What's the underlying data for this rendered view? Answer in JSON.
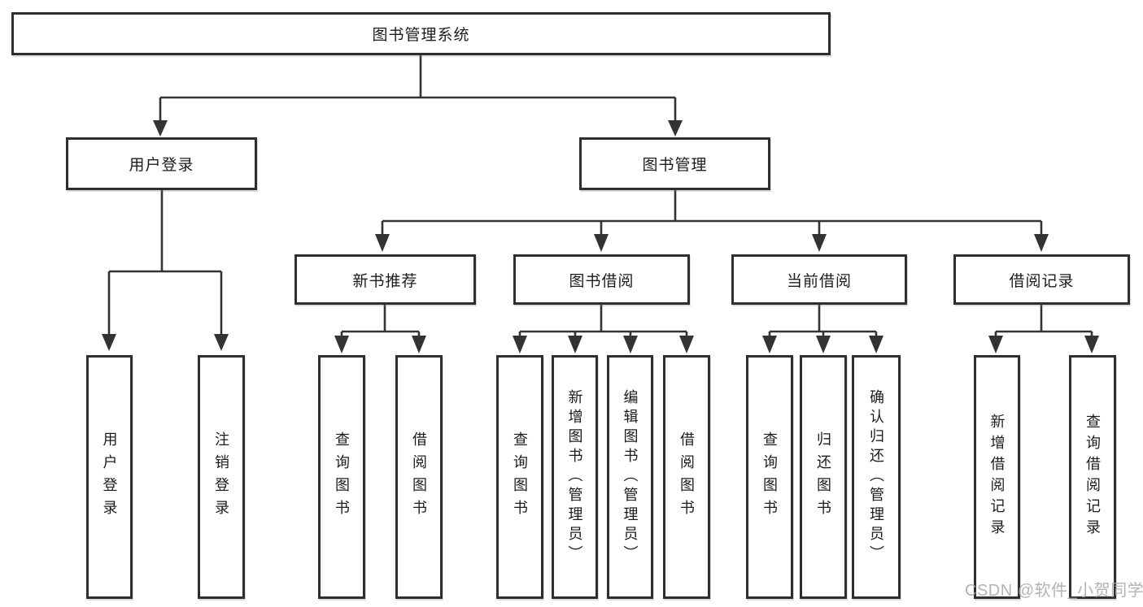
{
  "nodes": {
    "root": "图书管理系统",
    "user_login": "用户登录",
    "book_management": "图书管理",
    "new_book_recommend": "新书推荐",
    "book_borrow": "图书借阅",
    "current_borrow": "当前借阅",
    "borrow_records": "借阅记录"
  },
  "leaves": {
    "user_login": "用户登录",
    "logout": "注销登录",
    "nbr_query_book": "查询图书",
    "nbr_borrow_book": "借阅图书",
    "bb_query_book": "查询图书",
    "bb_add_book_admin": "新增图书（管理员）",
    "bb_edit_book_admin": "编辑图书（管理员）",
    "bb_borrow_book": "借阅图书",
    "cb_query_book": "查询图书",
    "cb_return_book": "归还图书",
    "cb_confirm_return_admin": "确认归还（管理员）",
    "br_add_record": "新增借阅记录",
    "br_query_record": "查询借阅记录"
  },
  "watermark": "CSDN @软件_小贺同学",
  "colors": {
    "line": "#333333",
    "box_border": "#2e2e2e",
    "text": "#1c1c1c",
    "watermark": "#a6a6a6",
    "background": "#ffffff"
  }
}
